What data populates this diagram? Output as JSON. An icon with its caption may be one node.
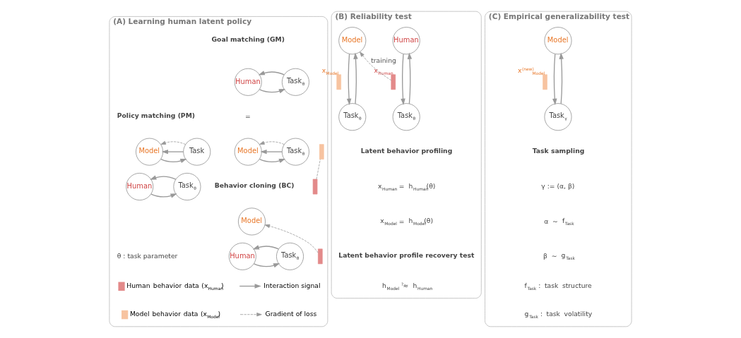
{
  "diagram": {
    "nodes": [
      {
        "text": [
          "(A) Learning human latent policy"
        ]
      },
      {
        "text": [
          "Human"
        ],
        "in": 0
      },
      {
        "text": [
          "Task$_{θ}$"
        ],
        "in": 0
      },
      {
        "text": [
          "Model"
        ],
        "in": 0
      },
      {
        "text": [
          "Task$_{θ}$"
        ],
        "in": 0
      },
      {
        "text": [
          "Model"
        ],
        "in": 0
      },
      {
        "text": [
          "Human"
        ],
        "in": 0
      },
      {
        "text": [
          "Task$_{θ}$"
        ],
        "in": 0
      },
      {
        "text": [],
        "shape": "bar",
        "in": 0
      },
      {
        "text": [
          "Model"
        ],
        "in": 0
      },
      {
        "text": [
          "Task"
        ],
        "in": 0
      },
      {
        "text": [],
        "shape": "bar",
        "in": 0
      },
      {
        "text": [
          "Human"
        ],
        "in": 0
      },
      {
        "text": [
          "Task$_{θ}$"
        ],
        "in": 0
      },
      {
        "text": [],
        "shape": "bar",
        "in": 0
      },
      {
        "text": [
          "(B) Reliability test"
        ]
      },
      {
        "text": [
          "Human"
        ],
        "in": 15
      },
      {
        "text": [
          "Model"
        ],
        "in": 15
      },
      {
        "text": [],
        "shape": "bar",
        "in": 15,
        "beside": [
          "x$_{Human}$"
        ]
      },
      {
        "text": [],
        "shape": "bar",
        "in": 15,
        "beside": [
          "x$_{Model}$"
        ]
      },
      {
        "text": [
          "Task$_{θ}$"
        ],
        "in": 15
      },
      {
        "text": [
          "Task$_{θ}$"
        ],
        "in": 15
      },
      {
        "text": [
          "(C) Empirical generalizability test"
        ]
      },
      {
        "text": [
          "Model"
        ],
        "in": 22
      },
      {
        "text": [],
        "shape": "bar",
        "in": 22,
        "beside": [
          "x$^{(new)}$$_{Model}$"
        ]
      },
      {
        "text": [
          "Task$_{γ}$"
        ],
        "in": 22
      }
    ],
    "edges": [
      {
        "from": 1,
        "to": 2,
        "arrow": "to"
      },
      {
        "from": 2,
        "to": 1,
        "arrow": "to"
      },
      {
        "from": 3,
        "to": 4,
        "arrow": "to"
      },
      {
        "from": 4,
        "to": 3,
        "arrow": "to"
      },
      {
        "from": 4,
        "to": 3,
        "arrow": "to",
        "style": "dashed"
      },
      {
        "from": 6,
        "to": 7,
        "arrow": "to"
      },
      {
        "from": 7,
        "to": 6,
        "arrow": "to"
      },
      {
        "from": 8,
        "to": 5,
        "arrow": "to",
        "style": "dashed"
      },
      {
        "from": 9,
        "to": 10,
        "arrow": "to"
      },
      {
        "from": 10,
        "to": 9,
        "arrow": "to"
      },
      {
        "from": 10,
        "to": 9,
        "arrow": "to",
        "style": "dashed"
      },
      {
        "from": 14,
        "to": 11,
        "arrow": "none",
        "style": "dashed"
      },
      {
        "from": 12,
        "to": 13,
        "arrow": "to"
      },
      {
        "from": 13,
        "to": 12,
        "arrow": "to"
      },
      {
        "from": 16,
        "to": 20,
        "arrow": "to"
      },
      {
        "from": 20,
        "to": 16,
        "arrow": "to"
      },
      {
        "from": 17,
        "to": 21,
        "arrow": "to"
      },
      {
        "from": 21,
        "to": 17,
        "arrow": "to"
      },
      {
        "from": 18,
        "to": 17,
        "label": "training",
        "arrow": "to",
        "style": "dashed"
      },
      {
        "from": 23,
        "to": 25,
        "arrow": "to"
      },
      {
        "from": 25,
        "to": 23,
        "arrow": "to"
      }
    ],
    "labels": [
      "Goal matching (GM)",
      "=",
      "Policy matching (PM)",
      "Behavior cloning (BC)",
      "θ : task parameter",
      "Latent behavior profiling",
      "x$_{Human}$ = h$_{Human}$(θ)",
      "x$_{Model}$ = h$_{Model}$(θ)",
      "Latent behavior profile recovery test",
      "h$_{Model}$ $^{?}$≈ h$_{Human}$",
      "Task sampling",
      "γ := (α, β)",
      "α ∼ f$_{Task}$",
      "β ∼ g$_{Task}$",
      "f$_{Task}$ : task structure",
      "g$_{Task}$ : task volatility"
    ],
    "legend": [
      {
        "text": "Interaction signal"
      },
      {
        "text": "Gradient of loss"
      },
      {
        "text": "Human behavior data (x$_{Human}$)",
        "color": "#e38a8a"
      },
      {
        "text": "Model behavior data (x$_{Model}$)",
        "color": "#f7c3a0"
      }
    ]
  }
}
